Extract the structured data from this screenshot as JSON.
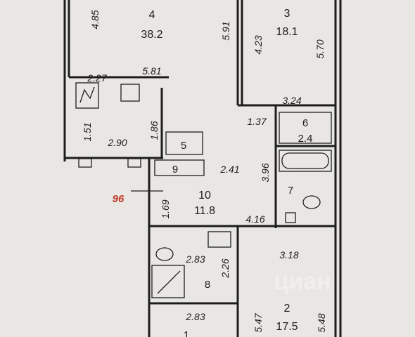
{
  "rooms": [
    {
      "number": "4",
      "area": "38.2"
    },
    {
      "number": "3",
      "area": "18.1"
    },
    {
      "number": "6",
      "area": "2.4"
    },
    {
      "number": "5",
      "area": ""
    },
    {
      "number": "9",
      "area": ""
    },
    {
      "number": "10",
      "area": "11.8"
    },
    {
      "number": "7",
      "area": ""
    },
    {
      "number": "8",
      "area": ""
    },
    {
      "number": "2",
      "area": "17.5"
    },
    {
      "number": "1",
      "area": ""
    }
  ],
  "dimensions": {
    "d485": "4.85",
    "d591": "5.91",
    "d423": "4.23",
    "d570": "5.70",
    "d227": "2.27",
    "d581": "5.81",
    "d324": "3.24",
    "d137": "1.37",
    "d151": "1.51",
    "d290": "2.90",
    "d186": "1.86",
    "d241": "2.41",
    "d396": "3.96",
    "d169": "1.69",
    "d416": "4.16",
    "d283a": "2.83",
    "d318": "3.18",
    "d226": "2.26",
    "d283b": "2.83",
    "d547": "5.47",
    "d548": "5.48"
  },
  "marker": "96",
  "watermark": "циан"
}
